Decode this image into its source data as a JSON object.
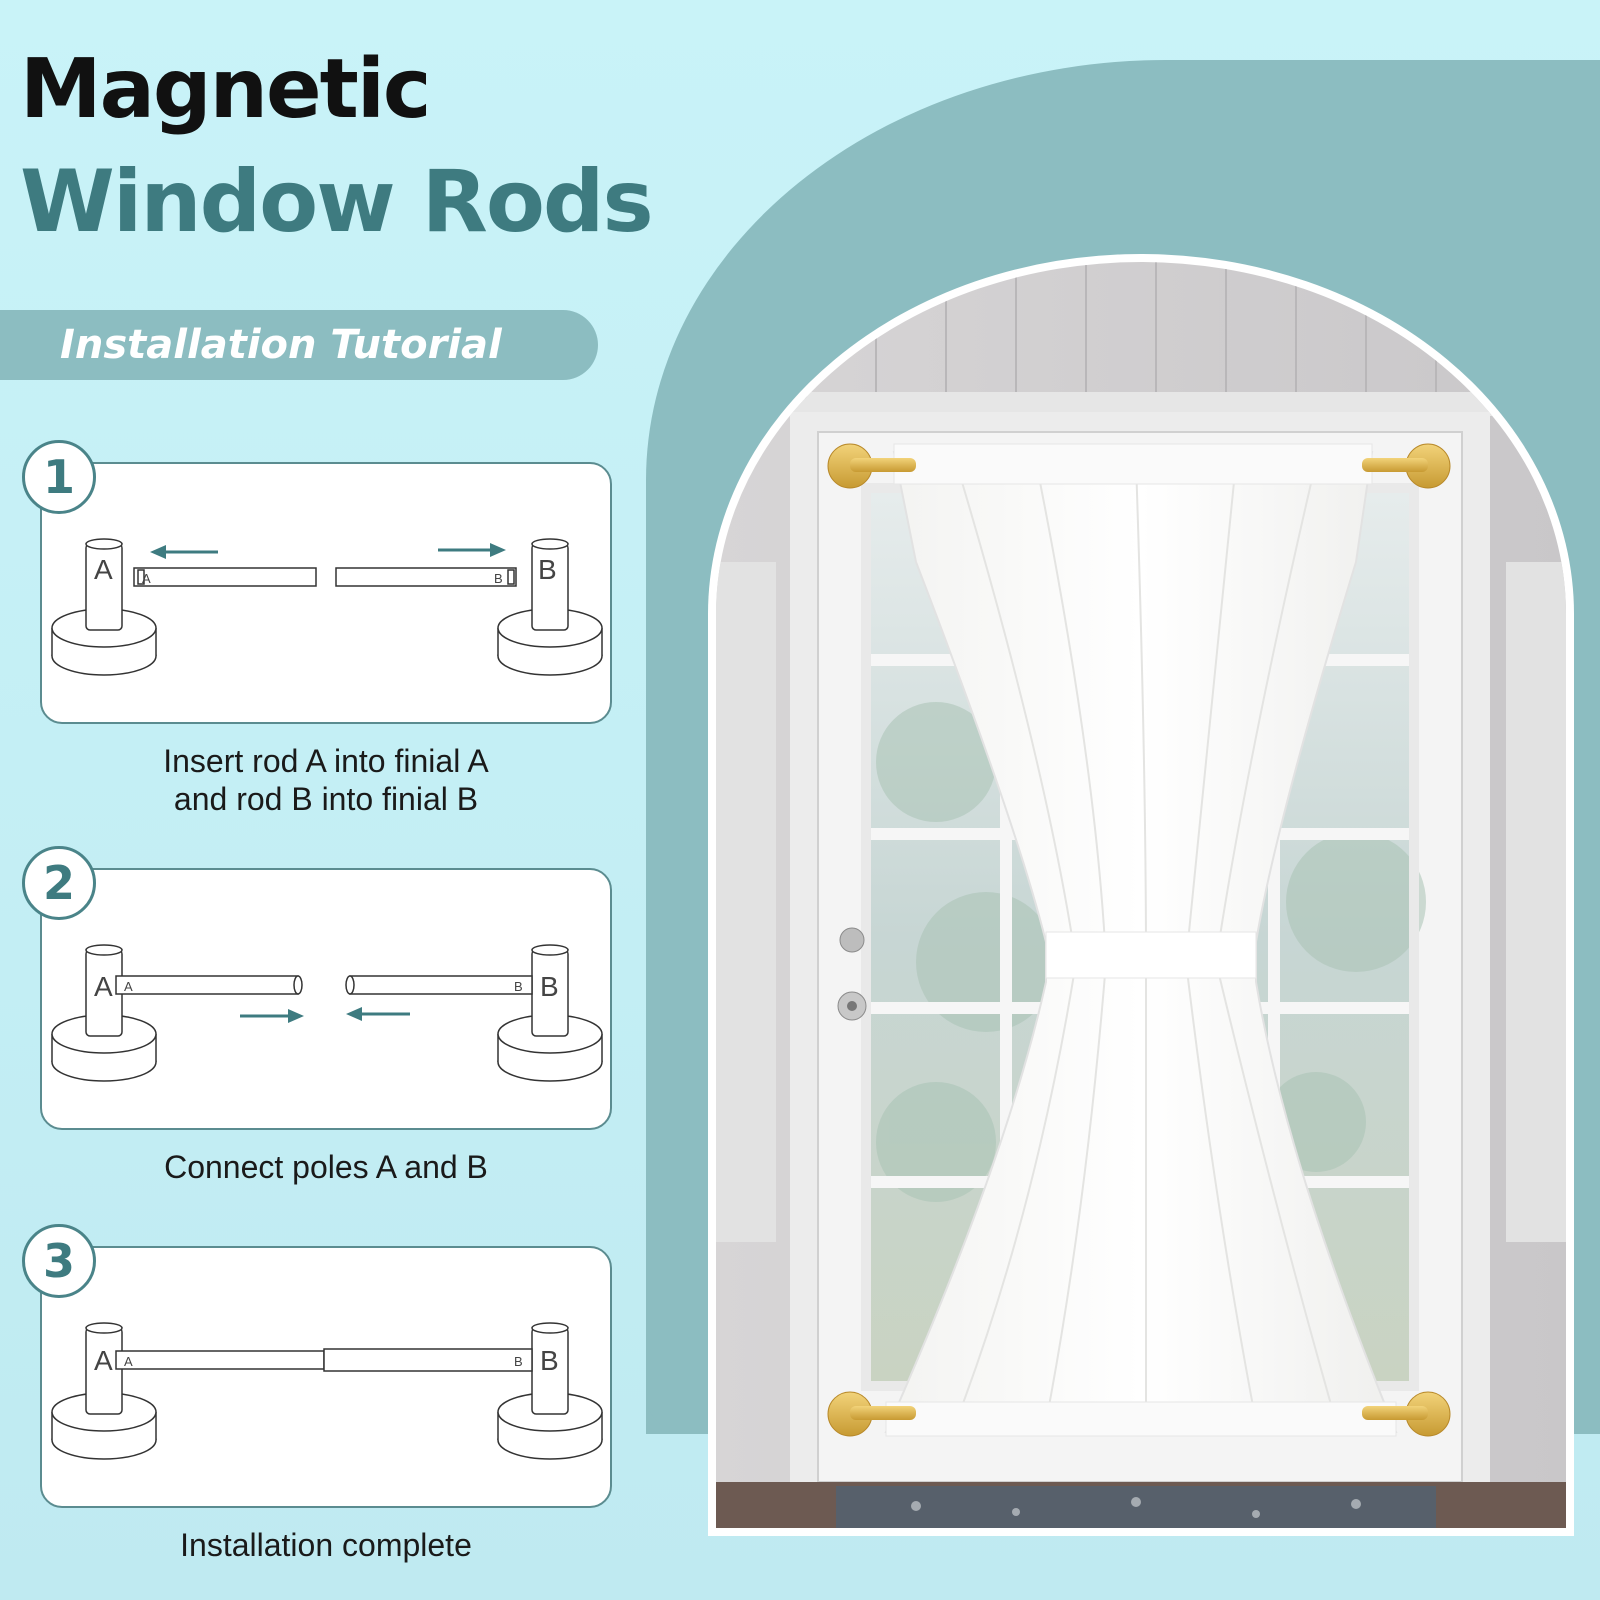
{
  "title": {
    "line1": "Magnetic",
    "line2": "Window Rods"
  },
  "section_label": "Installation Tutorial",
  "steps": [
    {
      "number": "1",
      "caption_line1": "Insert rod A into finial A",
      "caption_line2": "and rod B into finial B",
      "finial_left": "A",
      "finial_right": "B",
      "rod_left_label": "A",
      "rod_right_label": "B"
    },
    {
      "number": "2",
      "caption_line1": "Connect poles A and B",
      "finial_left": "A",
      "finial_right": "B",
      "rod_left_label": "A",
      "rod_right_label": "B"
    },
    {
      "number": "3",
      "caption_line1": "Installation complete",
      "finial_left": "A",
      "finial_right": "B",
      "rod_left_label": "A",
      "rod_right_label": "B"
    }
  ],
  "colors": {
    "background": "#c9f3f8",
    "teal_panel": "#8cbdc1",
    "title_accent": "#3e7b80",
    "rod_gold": "#d8b04a"
  },
  "icons": {
    "arrow": "arrow-icon",
    "finial": "finial-icon"
  }
}
